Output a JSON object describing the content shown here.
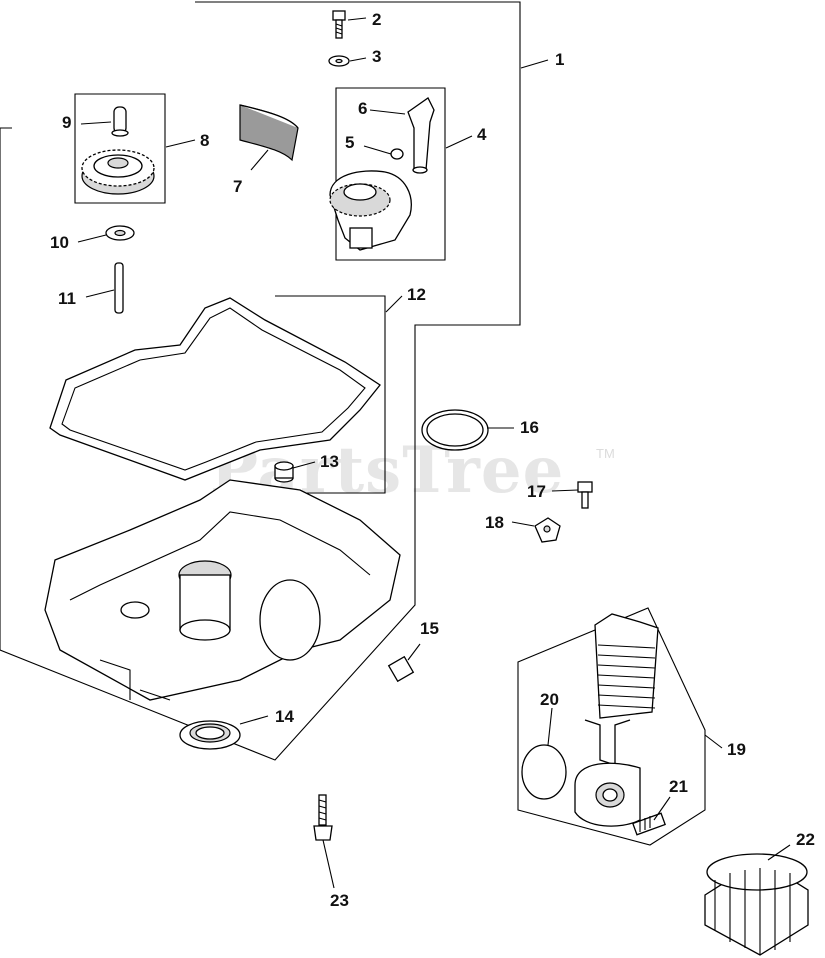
{
  "watermark": {
    "text": "PartsTree",
    "mark": "TM"
  },
  "callouts": [
    "1",
    "2",
    "3",
    "4",
    "5",
    "6",
    "7",
    "8",
    "9",
    "10",
    "11",
    "12",
    "13",
    "14",
    "15",
    "16",
    "17",
    "18",
    "19",
    "20",
    "21",
    "22",
    "23"
  ],
  "colors": {
    "line": "#000000",
    "watermark": "#e6e6e6",
    "shade": "#d9d9d9"
  }
}
